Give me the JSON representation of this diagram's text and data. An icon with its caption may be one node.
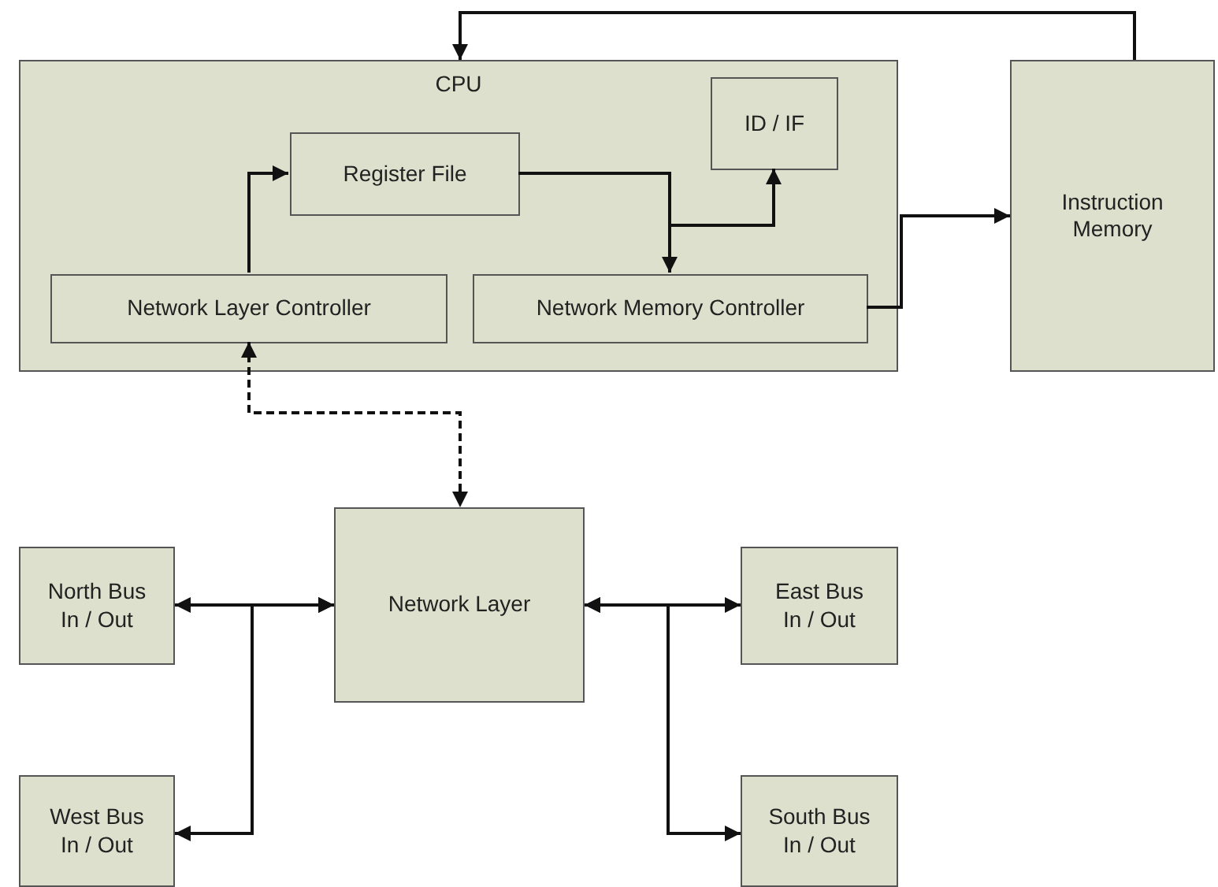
{
  "diagram": {
    "nodes": [
      {
        "text": [
          "CPU"
        ]
      },
      {
        "text": [
          "Register File"
        ],
        "in": 0
      },
      {
        "text": [
          "ID / IF"
        ],
        "in": 0
      },
      {
        "text": [
          "Network Layer Controller"
        ],
        "in": 0
      },
      {
        "text": [
          "Network Memory Controller"
        ],
        "in": 0
      },
      {
        "text": [
          "Instruction Memory"
        ]
      },
      {
        "text": [
          "Network Layer"
        ]
      },
      {
        "text": [
          "North Bus In / Out"
        ]
      },
      {
        "text": [
          "East Bus In / Out"
        ]
      },
      {
        "text": [
          "West Bus In / Out"
        ]
      },
      {
        "text": [
          "South Bus In / Out"
        ]
      }
    ],
    "edges": [
      {
        "from": 3,
        "to": 1,
        "arrow": "to"
      },
      {
        "from": 1,
        "to": 4,
        "arrow": "to"
      },
      {
        "from": 1,
        "to": 2,
        "arrow": "to"
      },
      {
        "from": 4,
        "to": 5,
        "arrow": "to"
      },
      {
        "from": 5,
        "to": 0,
        "arrow": "to"
      },
      {
        "from": 3,
        "to": 6,
        "arrow": "both",
        "style": "dashed"
      },
      {
        "from": 6,
        "to": 7,
        "arrow": "both"
      },
      {
        "from": 6,
        "to": 9,
        "arrow": "both"
      },
      {
        "from": 6,
        "to": 8,
        "arrow": "both"
      },
      {
        "from": 6,
        "to": 10,
        "arrow": "both"
      }
    ]
  }
}
